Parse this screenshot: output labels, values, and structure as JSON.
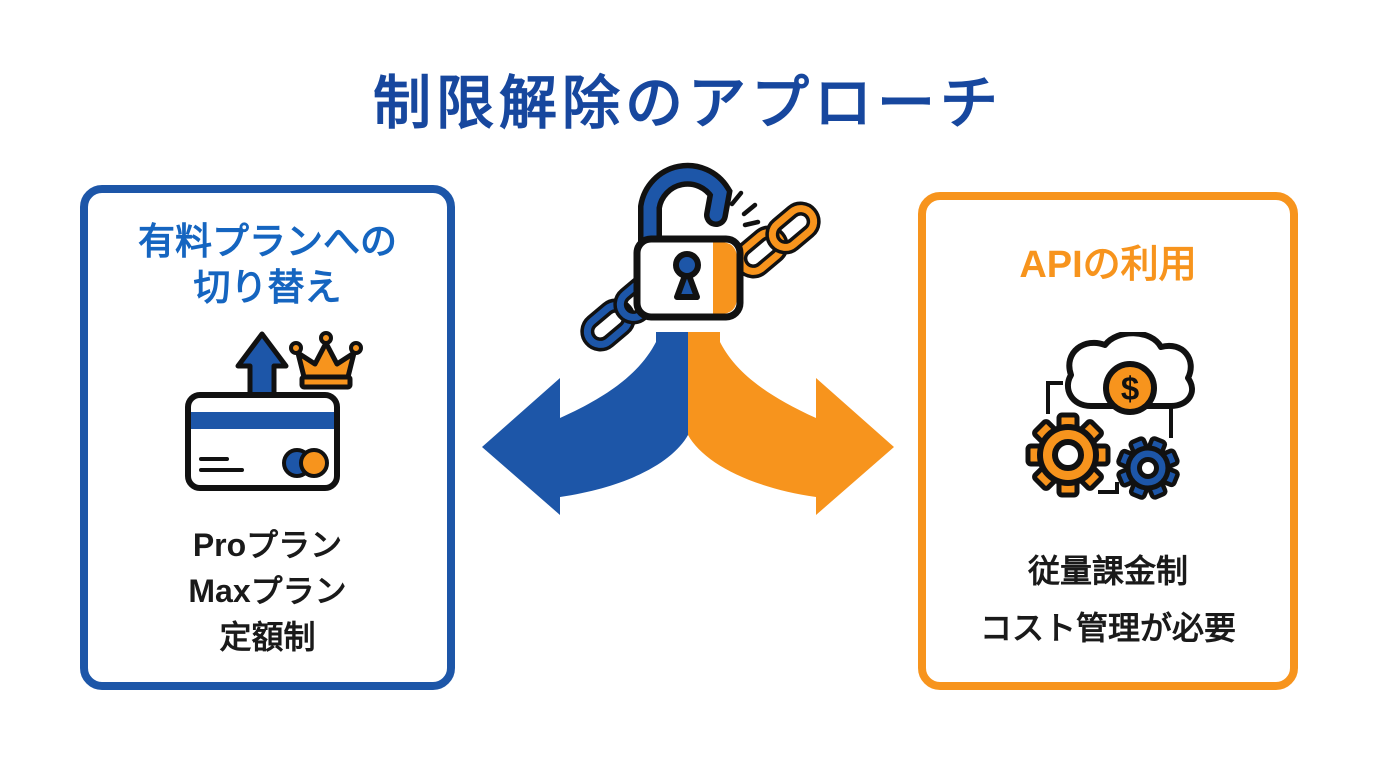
{
  "title": "制限解除のアプローチ",
  "colors": {
    "background": "#FFFFFF",
    "title_blue": "#17479E",
    "blue": "#1D56A8",
    "heading_blue": "#1565C0",
    "orange": "#F7941D",
    "ink": "#111111",
    "text": "#1A1A1A"
  },
  "left_card": {
    "heading_lines": [
      "有料プランへの",
      "切り替え"
    ],
    "icon": "credit-card-upgrade-crown-icon",
    "items": [
      "Proプラン",
      "Maxプラン",
      "定額制"
    ]
  },
  "center": {
    "icon": "unlocked-padlock-broken-chains-icon",
    "coin_symbol": "$",
    "arrows": {
      "left": "blue-arrow-to-paid-plan",
      "right": "orange-arrow-to-api"
    }
  },
  "right_card": {
    "heading": "APIの利用",
    "icon": "cloud-dollar-gears-icon",
    "items": [
      "従量課金制",
      "コスト管理が必要"
    ]
  }
}
